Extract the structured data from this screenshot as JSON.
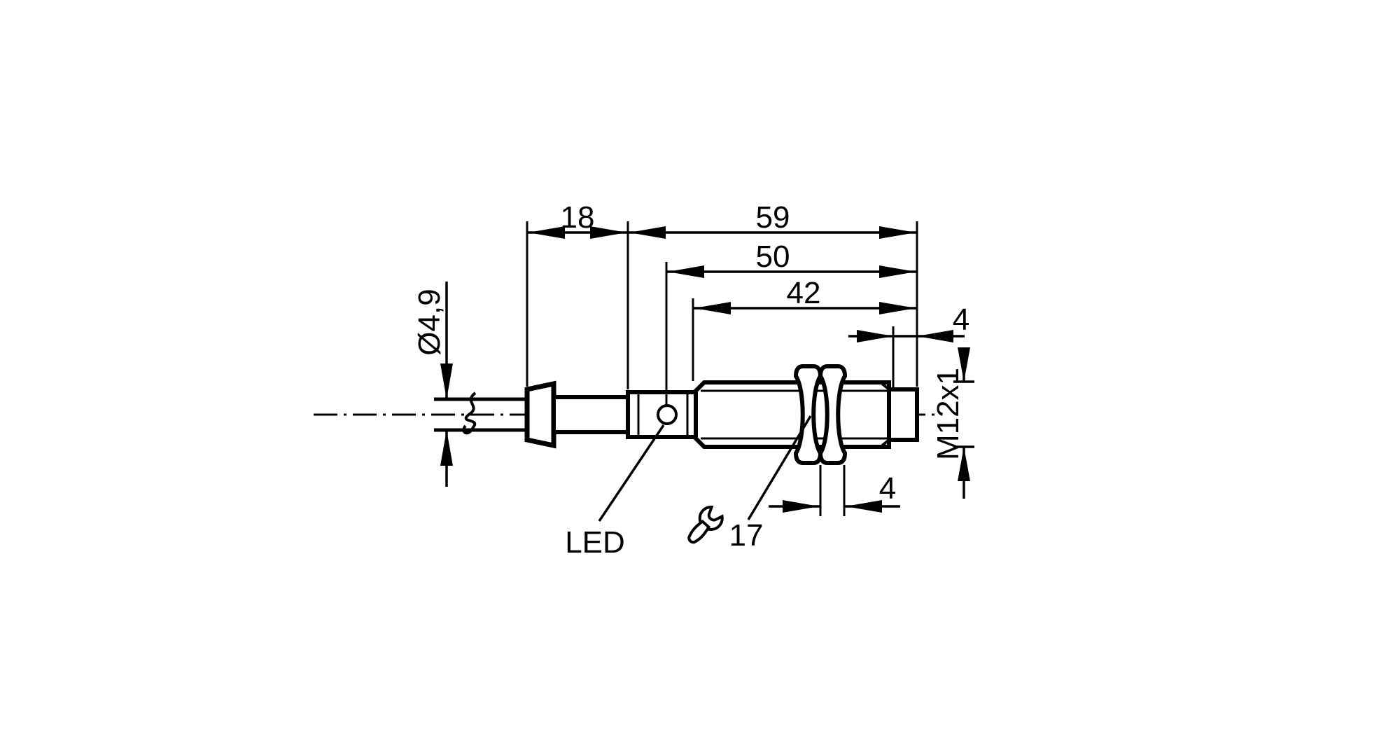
{
  "drawing": {
    "type": "technical-dimension-drawing",
    "subject": "cylindrical-sensor-with-cable",
    "colors": {
      "line": "#000000",
      "background": "#ffffff"
    },
    "labels": {
      "cable_diameter": "Ø4,9",
      "strain_relief_length": "18",
      "overall_body_length": "59",
      "intermediate_length": "50",
      "thread_section_length": "42",
      "end_cap_length": "4",
      "thread_spec": "M12x1",
      "nut_thickness": "4",
      "led": "LED",
      "wrench_size": "17"
    },
    "icons": {
      "wrench": "open-end-wrench-icon"
    }
  }
}
